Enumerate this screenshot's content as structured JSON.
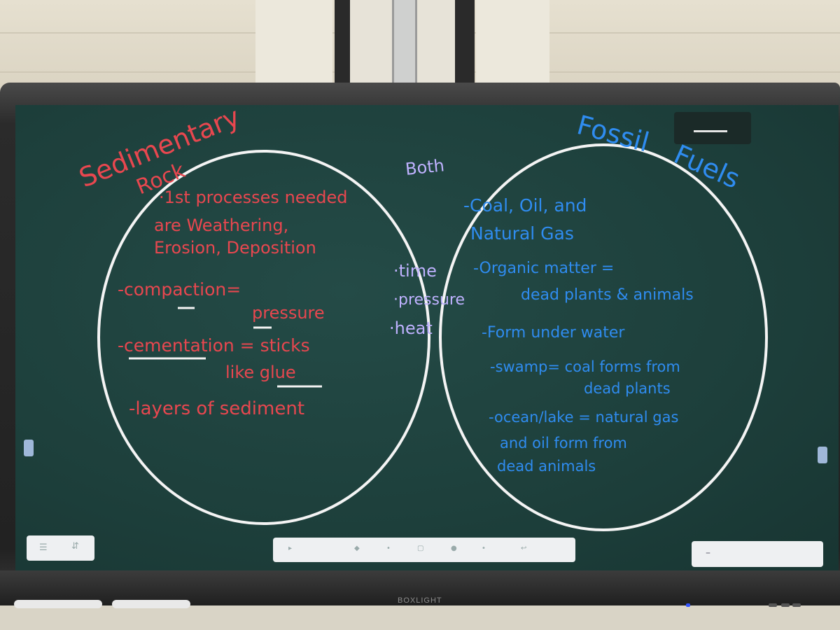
{
  "diagram": {
    "left_title_line1": "Sedimentary",
    "left_title_line2": "Rock",
    "right_title_line1": "Fossil",
    "right_title_line2": "Fuels",
    "middle_title": "Both",
    "left_items": [
      "·1st processes needed",
      "are Weathering,",
      "Erosion, Deposition",
      "-compaction=",
      "pressure",
      "-cementation = sticks",
      "like glue",
      "-layers of sediment"
    ],
    "middle_items": [
      "·time",
      "·pressure",
      "·heat"
    ],
    "right_items": [
      "-Coal, Oil, and",
      "Natural Gas",
      "-Organic matter =",
      "dead plants & animals",
      "-Form under water",
      "-swamp= coal forms from",
      "dead plants",
      "-ocean/lake = natural gas",
      "and oil form from",
      "dead animals"
    ]
  },
  "colors": {
    "left_ink": "#e8474f",
    "right_ink": "#2f8cf0",
    "middle_ink": "#bfb2ff",
    "circle": "#f4f4f4",
    "board": "#1f423e"
  },
  "screen_ui": {
    "left_panel_icons": [
      "menu-icon",
      "up-down-icon"
    ],
    "right_panel_icons": [
      "minus-icon"
    ],
    "top_right_icons": [
      "minimize-icon"
    ]
  }
}
